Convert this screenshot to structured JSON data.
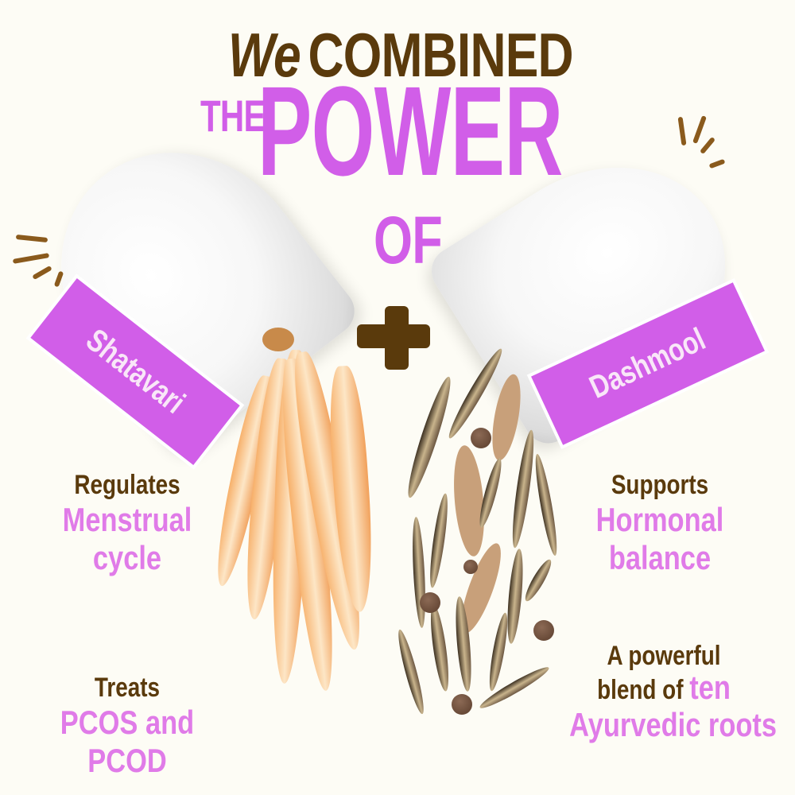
{
  "headline": {
    "line1_italic": "We",
    "line1": "COMBINED",
    "the": "THE",
    "power": "POWER",
    "of": "OF"
  },
  "plus_symbol": "+",
  "ingredients": [
    {
      "name": "Shatavari",
      "tag_color": "#d15ee8"
    },
    {
      "name": "Dashmool",
      "tag_color": "#d15ee8"
    }
  ],
  "benefits": {
    "left_top": {
      "verb": "Regulates",
      "line2": "Menstrual",
      "line3": "cycle"
    },
    "left_bottom": {
      "verb": "Treats",
      "line2": "PCOS and PCOD"
    },
    "right_top": {
      "verb": "Supports",
      "line2": "Hormonal",
      "line3": "balance"
    },
    "right_bottom": {
      "line1": "A powerful",
      "line2_a": "blend of ",
      "line2_b": "ten",
      "line3": "Ayurvedic roots"
    }
  },
  "colors": {
    "background": "#fdfcf5",
    "brown": "#5a3a0c",
    "purple": "#d15ee8",
    "lilac": "#e07be8"
  }
}
